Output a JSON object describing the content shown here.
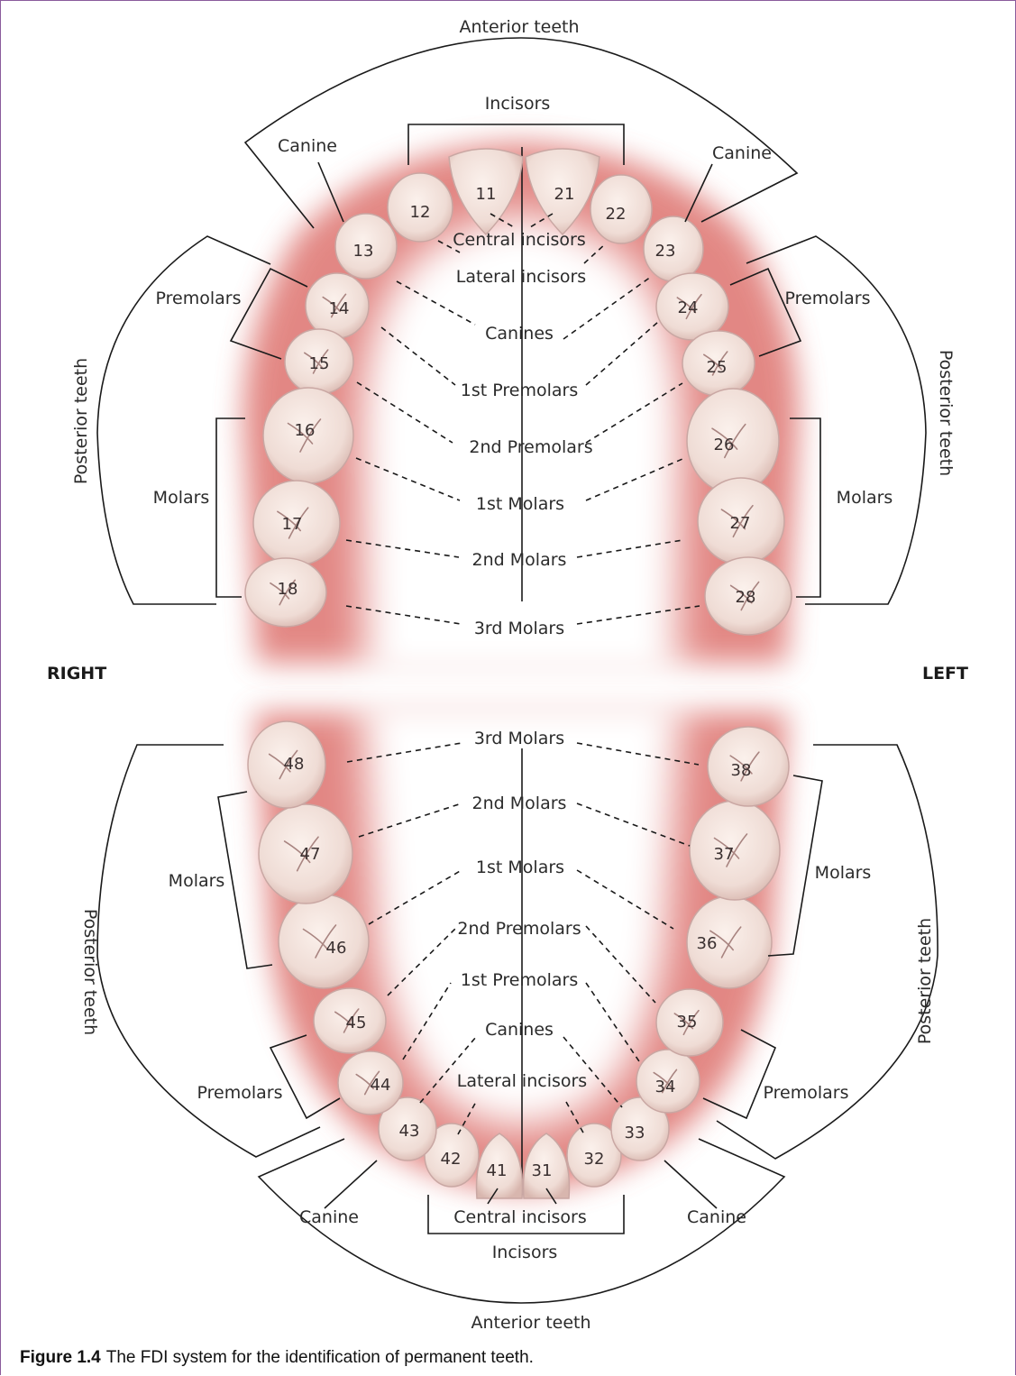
{
  "labels": {
    "anterior_teeth": "Anterior teeth",
    "posterior_teeth": "Posterior teeth",
    "incisors": "Incisors",
    "canine": "Canine",
    "premolars": "Premolars",
    "molars": "Molars",
    "right": "RIGHT",
    "left": "LEFT"
  },
  "center_labels": {
    "central_incisors": "Central incisors",
    "lateral_incisors": "Lateral incisors",
    "canines": "Canines",
    "first_premolars": "1st Premolars",
    "second_premolars": "2nd Premolars",
    "first_molars": "1st Molars",
    "second_molars": "2nd Molars",
    "third_molars": "3rd Molars"
  },
  "teeth": {
    "upper_right": [
      "11",
      "12",
      "13",
      "14",
      "15",
      "16",
      "17",
      "18"
    ],
    "upper_left": [
      "21",
      "22",
      "23",
      "24",
      "25",
      "26",
      "27",
      "28"
    ],
    "lower_left": [
      "31",
      "32",
      "33",
      "34",
      "35",
      "36",
      "37",
      "38"
    ],
    "lower_right": [
      "41",
      "42",
      "43",
      "44",
      "45",
      "46",
      "47",
      "48"
    ]
  },
  "caption": {
    "figure_label": "Figure 1.4",
    "text": "The FDI system for the identification of permanent teeth."
  },
  "colors": {
    "gum": "#d9605c",
    "tooth": "#f1dfd9",
    "border": "#8a5b9c"
  }
}
